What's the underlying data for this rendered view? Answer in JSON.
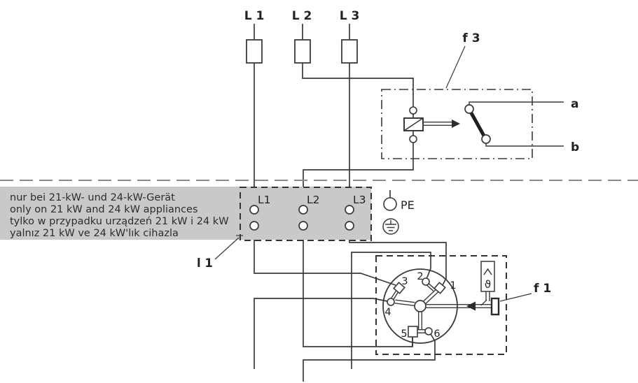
{
  "phases": {
    "l1": "L 1",
    "l2": "L 2",
    "l3": "L 3"
  },
  "relay_f3": {
    "label": "f 3",
    "contact_a": "a",
    "contact_b": "b"
  },
  "note": {
    "lines": [
      "nur bei 21-kW- und 24-kW-Gerät",
      "only on 21 kW and 24 kW appliances",
      "tylko w przypadku urządzeń 21 kW i 24 kW",
      "yalnız 21 kW ve 24 kW'lık cihazla"
    ]
  },
  "terminal_block": {
    "label": "l 1",
    "t1": "L1",
    "t2": "L2",
    "t3": "L3",
    "pe": "PE"
  },
  "limiter_f1": {
    "label": "f 1",
    "n1": "1",
    "n2": "2",
    "n3": "3",
    "n4": "4",
    "n5": "5",
    "n6": "6",
    "theta": "ϑ"
  },
  "colors": {
    "line": "#3a3a3a",
    "note_bg": "#c9c9c9",
    "text": "#222222"
  }
}
